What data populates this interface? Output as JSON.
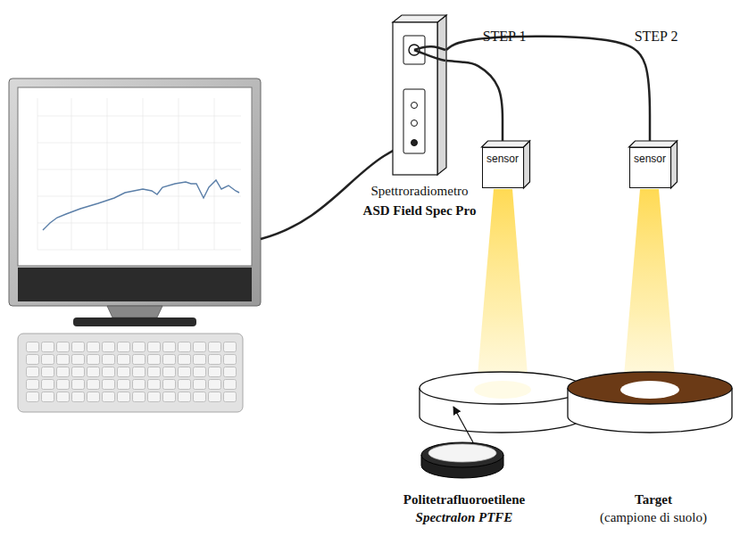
{
  "diagram": {
    "nodes": [
      {
        "text": [
          "Spettroradiometro",
          "ASD Field Spec Pro"
        ]
      },
      {
        "text": [
          "sensor"
        ]
      },
      {
        "text": [
          "sensor"
        ]
      }
    ],
    "edges": [
      {
        "from": 0,
        "to": 1,
        "arrow": "none"
      },
      {
        "from": 0,
        "to": 2,
        "arrow": "none"
      }
    ],
    "labels": [
      "STEP 1",
      "STEP 2",
      "Politetrafluoroetilene",
      "Spectralon PTFE",
      "Target",
      "(campione di suolo)"
    ]
  }
}
